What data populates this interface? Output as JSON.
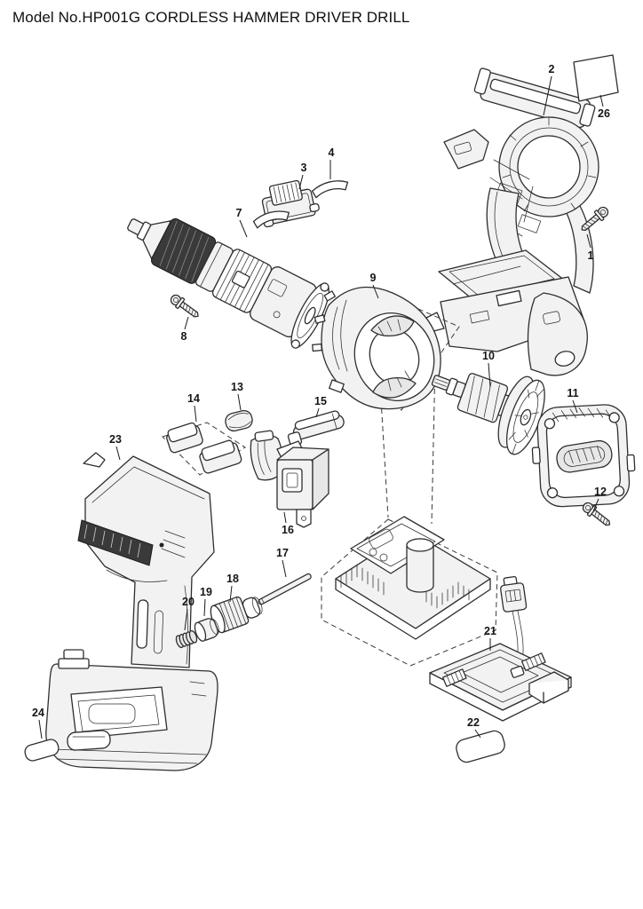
{
  "page": {
    "background": "#ffffff",
    "line_color": "#2e2e2e",
    "label_color": "#151515"
  },
  "header": {
    "title": "Model No.HP001G CORDLESS HAMMER DRIVER DRILL"
  },
  "diagram": {
    "type": "exploded-parts-diagram",
    "model_no": "HP001G",
    "parts": [
      {
        "number": "1",
        "depicts": "tapping-screw"
      },
      {
        "number": "2",
        "depicts": "housing-right-half"
      },
      {
        "number": "3",
        "depicts": "battery-lock-bracket"
      },
      {
        "number": "4",
        "depicts": "leaf-spring-pair"
      },
      {
        "number": "7",
        "depicts": "gear-assembly-with-chuck"
      },
      {
        "number": "8",
        "depicts": "tapping-screw"
      },
      {
        "number": "9",
        "depicts": "stator-with-controller-set"
      },
      {
        "number": "10",
        "depicts": "rotor-with-fan"
      },
      {
        "number": "11",
        "depicts": "rear-cover"
      },
      {
        "number": "12",
        "depicts": "tapping-screw"
      },
      {
        "number": "13",
        "depicts": "cap"
      },
      {
        "number": "14",
        "depicts": "cushion-pad-set"
      },
      {
        "number": "15",
        "depicts": "lamp-unit"
      },
      {
        "number": "16",
        "depicts": "switch-with-trigger"
      },
      {
        "number": "17",
        "depicts": "pin-rod"
      },
      {
        "number": "18",
        "depicts": "gear-sleeve"
      },
      {
        "number": "19",
        "depicts": "bushing"
      },
      {
        "number": "20",
        "depicts": "compression-spring"
      },
      {
        "number": "21",
        "depicts": "terminal-block-with-connector"
      },
      {
        "number": "22",
        "depicts": "label"
      },
      {
        "number": "23",
        "depicts": "housing-left-half"
      },
      {
        "number": "24",
        "depicts": "label"
      },
      {
        "number": "26",
        "depicts": "name-plate"
      }
    ]
  }
}
